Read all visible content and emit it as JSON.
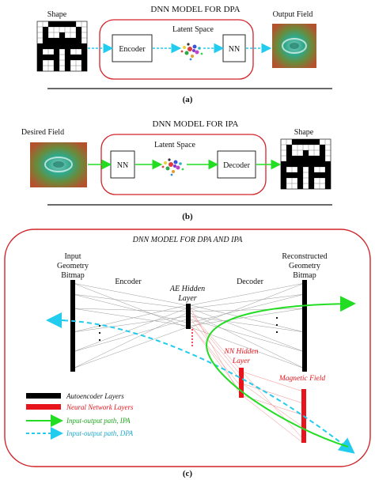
{
  "panel_a": {
    "title": "DNN MODEL FOR DPA",
    "shape_label": "Shape",
    "encoder_label": "Encoder",
    "latent_label": "Latent Space",
    "nn_label": "NN",
    "output_label": "Output Field",
    "caption": "(a)"
  },
  "panel_b": {
    "title": "DNN MODEL FOR IPA",
    "desired_label": "Desired Field",
    "latent_label": "Latent Space",
    "nn_label": "NN",
    "decoder_label": "Decoder",
    "shape_label": "Shape",
    "caption": "(b)"
  },
  "panel_c": {
    "title": "DNN MODEL FOR DPA AND IPA",
    "input_label": [
      "Input",
      "Geometry",
      "Bitmap"
    ],
    "encoder_label": "Encoder",
    "ae_hidden_label": [
      "AE Hidden",
      "Layer"
    ],
    "decoder_label": "Decoder",
    "recon_label": [
      "Reconstructed",
      "Geometry",
      "Bitmap"
    ],
    "nn_hidden_label": [
      "NN Hidden",
      "Layer"
    ],
    "magnetic_label": "Magnetic Field",
    "legend": [
      {
        "label": "Autoencoder Layers",
        "color": "#000000",
        "kind": "bar"
      },
      {
        "label": "Neural Network Layers",
        "color": "#e8141b",
        "kind": "bar"
      },
      {
        "label": "Input-output path, IPA",
        "color": "#22dd22",
        "kind": "solid-arrow"
      },
      {
        "label": "Input-output path, DPA",
        "color": "#22ccee",
        "kind": "dashed-arrow"
      }
    ],
    "caption": "(c)"
  },
  "colors": {
    "frame_red": "#d2232a",
    "ipa_green": "#22dd22",
    "dpa_cyan": "#22ccee",
    "nn_red": "#e8141b"
  }
}
